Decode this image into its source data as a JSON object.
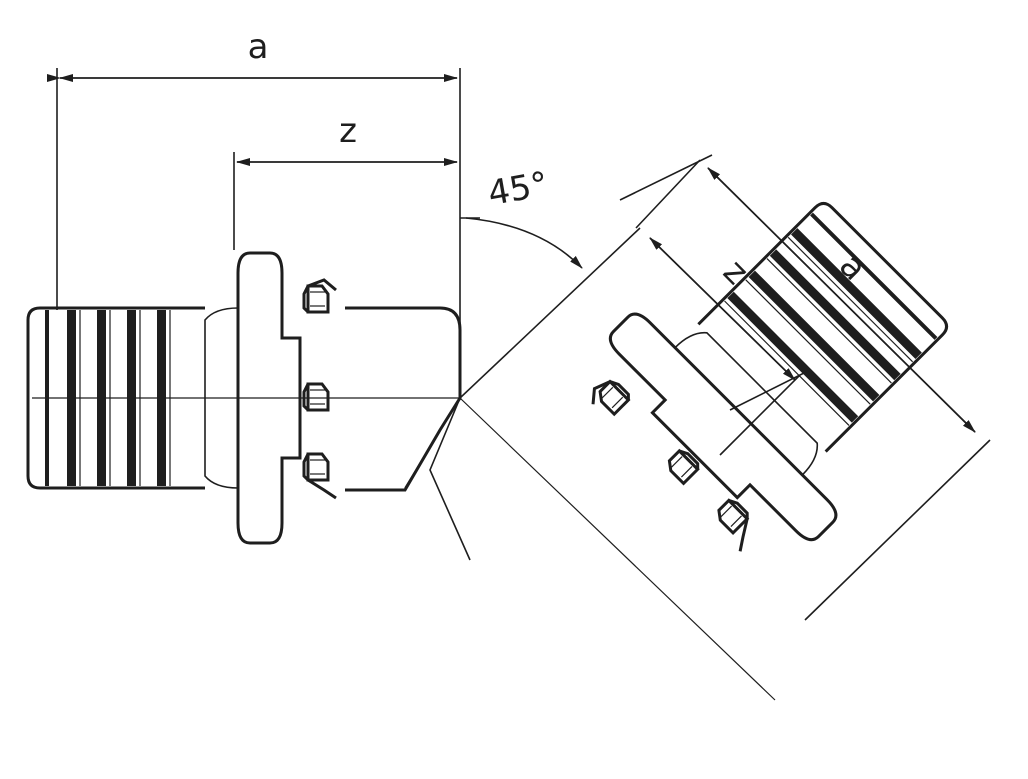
{
  "labels": {
    "left_overall": "a",
    "left_inner": "z",
    "angle": "45°",
    "right_inner": "z",
    "right_overall": "a"
  },
  "colors": {
    "line": "#1e1e1e",
    "background": "#ffffff"
  }
}
